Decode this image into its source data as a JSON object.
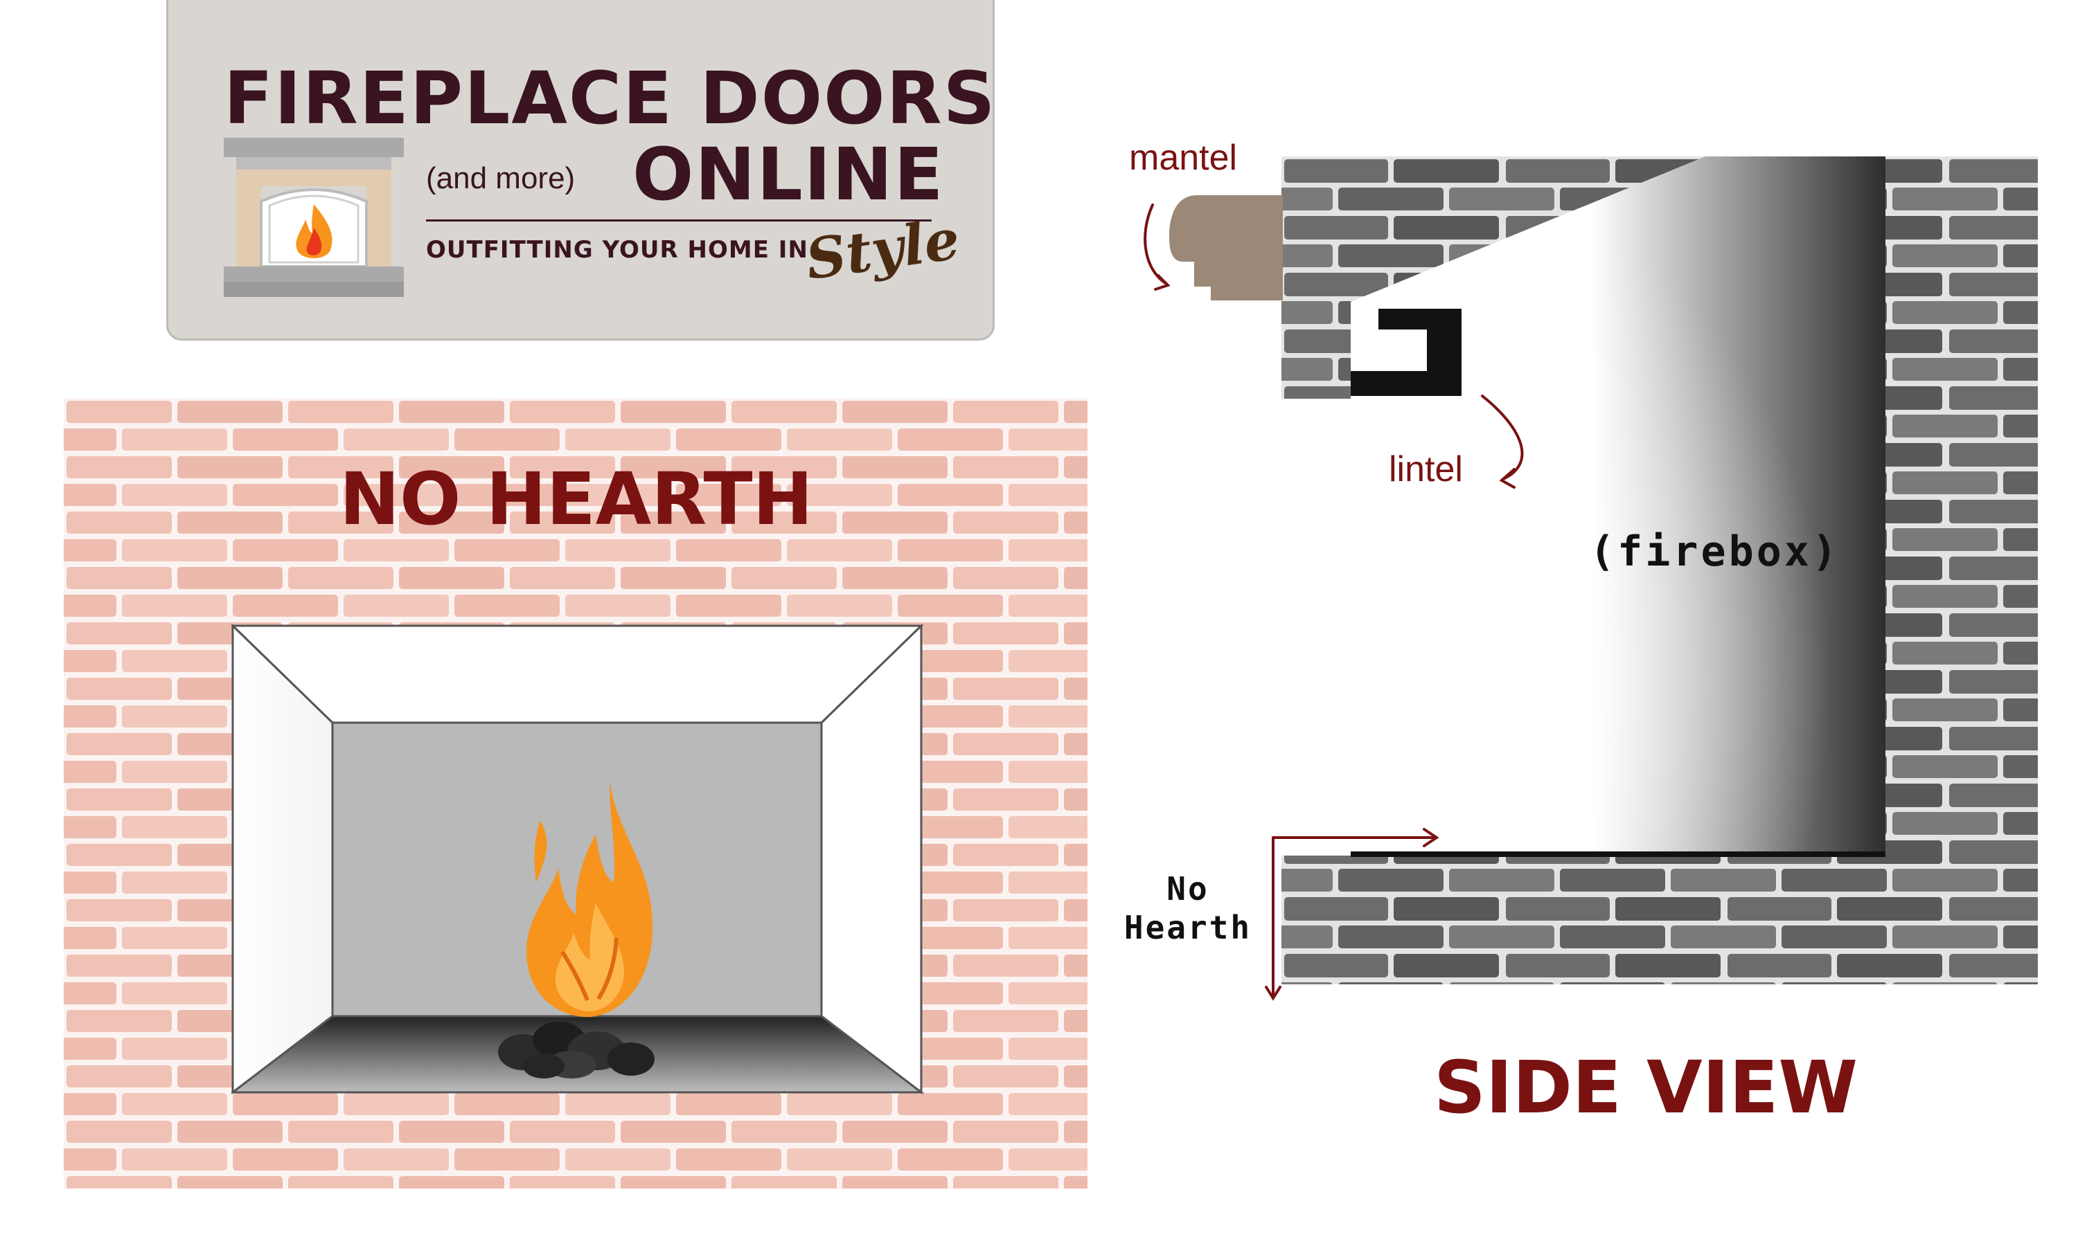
{
  "logo": {
    "line1": "FIREPLACE DOORS",
    "and_more": "(and more)",
    "online": "ONLINE",
    "tagline": "OUTFITTING YOUR HOME IN",
    "style_word": "Style"
  },
  "front_view": {
    "title": "NO HEARTH"
  },
  "side_view": {
    "title": "SIDE VIEW",
    "labels": {
      "mantel": "mantel",
      "lintel": "lintel",
      "firebox": "(firebox)",
      "no_hearth": [
        "No",
        "Hearth"
      ]
    }
  },
  "colors": {
    "accent": "#7a1212",
    "logo_text": "#3a1420",
    "red_brick": "#f0c2b5",
    "grey_brick": "#6a6a6a",
    "mantel_wood": "#9b8877",
    "flame_orange": "#f7941d"
  },
  "icons": [
    "fireplace-logo-icon",
    "flame-icon",
    "coal-icon",
    "arrow-icon"
  ]
}
